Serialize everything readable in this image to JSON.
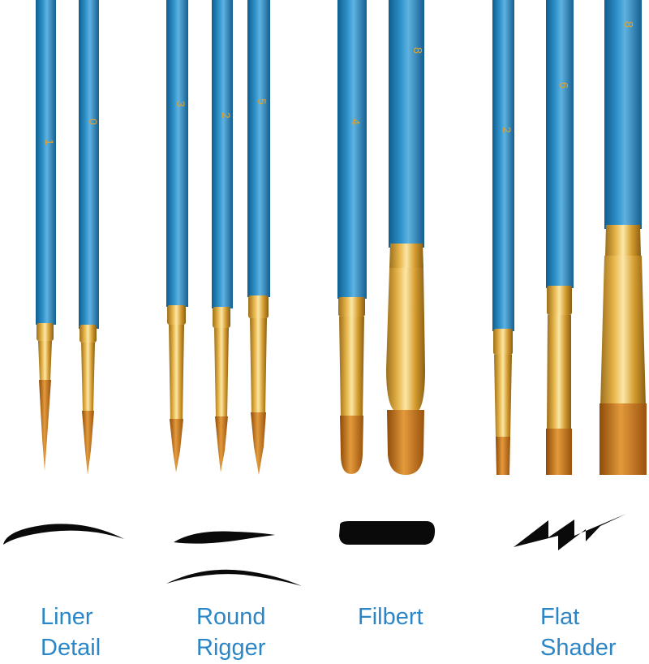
{
  "colors": {
    "handle": "#1f7fb8",
    "handle_dark": "#0f5d8c",
    "handle_light": "#52a9d9",
    "ferrule": "#d9a437",
    "ferrule_light": "#f4d889",
    "ferrule_dark": "#9c6f1c",
    "bristle": "#b8650f",
    "bristle_light": "#e69b3a",
    "stroke": "#0a0a0a",
    "label": "#2b86c8"
  },
  "brushes": [
    {
      "type": "liner",
      "size": "1"
    },
    {
      "type": "liner",
      "size": "0"
    },
    {
      "type": "round",
      "size": "3"
    },
    {
      "type": "round",
      "size": "2"
    },
    {
      "type": "round",
      "size": "5"
    },
    {
      "type": "filbert",
      "size": "4"
    },
    {
      "type": "filbert",
      "size": "8"
    },
    {
      "type": "flat",
      "size": "2"
    },
    {
      "type": "flat",
      "size": "6"
    },
    {
      "type": "flat",
      "size": "8"
    }
  ],
  "groups": [
    {
      "name": "liner",
      "line1": "Liner",
      "line2": "Detail"
    },
    {
      "name": "round",
      "line1": "Round",
      "line2": "Rigger"
    },
    {
      "name": "filbert",
      "line1": "Filbert",
      "line2": ""
    },
    {
      "name": "flat",
      "line1": "Flat",
      "line2": "Shader"
    }
  ]
}
